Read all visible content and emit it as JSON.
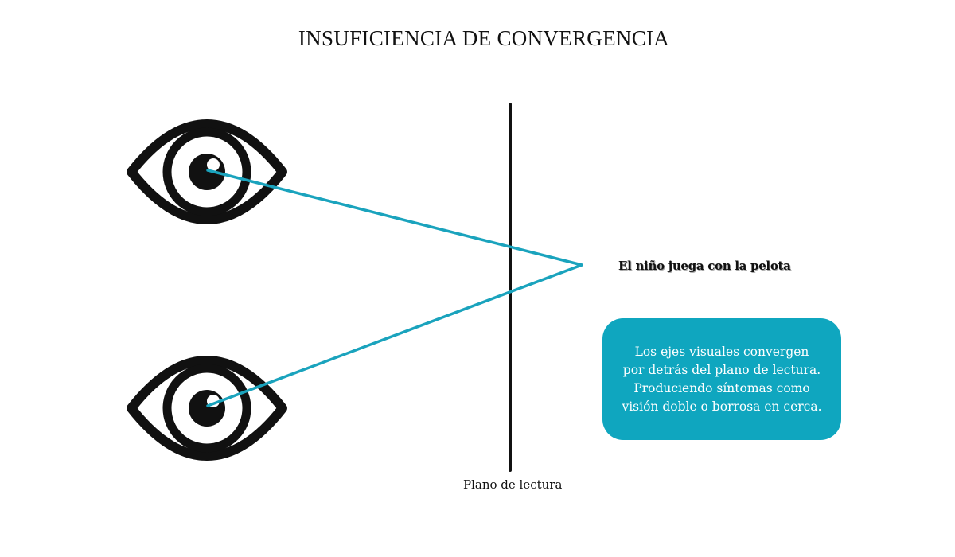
{
  "title": "INSUFICIENCIA DE CONVERGENCIA",
  "target_text": "El niño juega con la pelota",
  "reading_plane_label": "Plano de lectura",
  "info_box": {
    "lines": [
      "Los ejes visuales convergen",
      "por detrás del plano de lectura.",
      "Produciendo síntomas como",
      "visión doble o borrosa en cerca."
    ]
  },
  "eyes": [
    {
      "name": "eye-top",
      "icon": "eye-icon"
    },
    {
      "name": "eye-bottom",
      "icon": "eye-icon"
    }
  ],
  "colors": {
    "visual_axis": "#1aa3bd",
    "info_box_bg": "#0fa6bf",
    "ink": "#111111"
  }
}
